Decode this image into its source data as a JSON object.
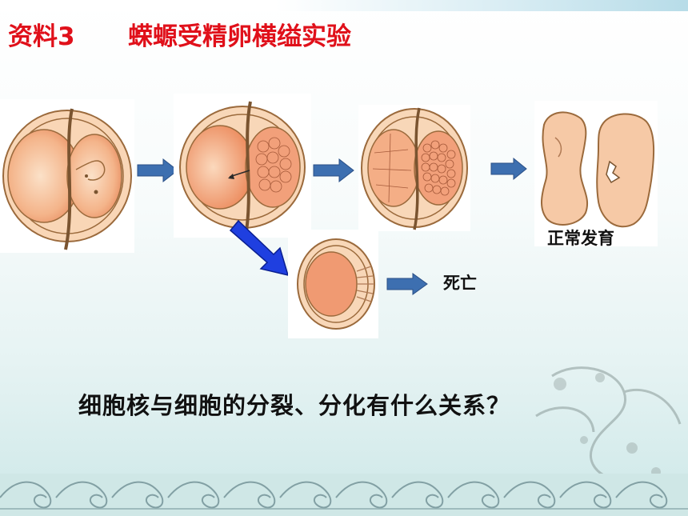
{
  "slide": {
    "title_prefix": "资料3",
    "title": "蝾螈受精卵横缢实验",
    "label_normal": "正常发育",
    "label_death": "死亡",
    "question": "细胞核与细胞的分裂、分化有什么关系？"
  },
  "colors": {
    "title": "#e0101a",
    "arrow": "#3d6fb0",
    "diagonal_arrow": "#1f3fe0",
    "egg_fill": "#f2a07a",
    "egg_outline": "#9b6a3c"
  }
}
